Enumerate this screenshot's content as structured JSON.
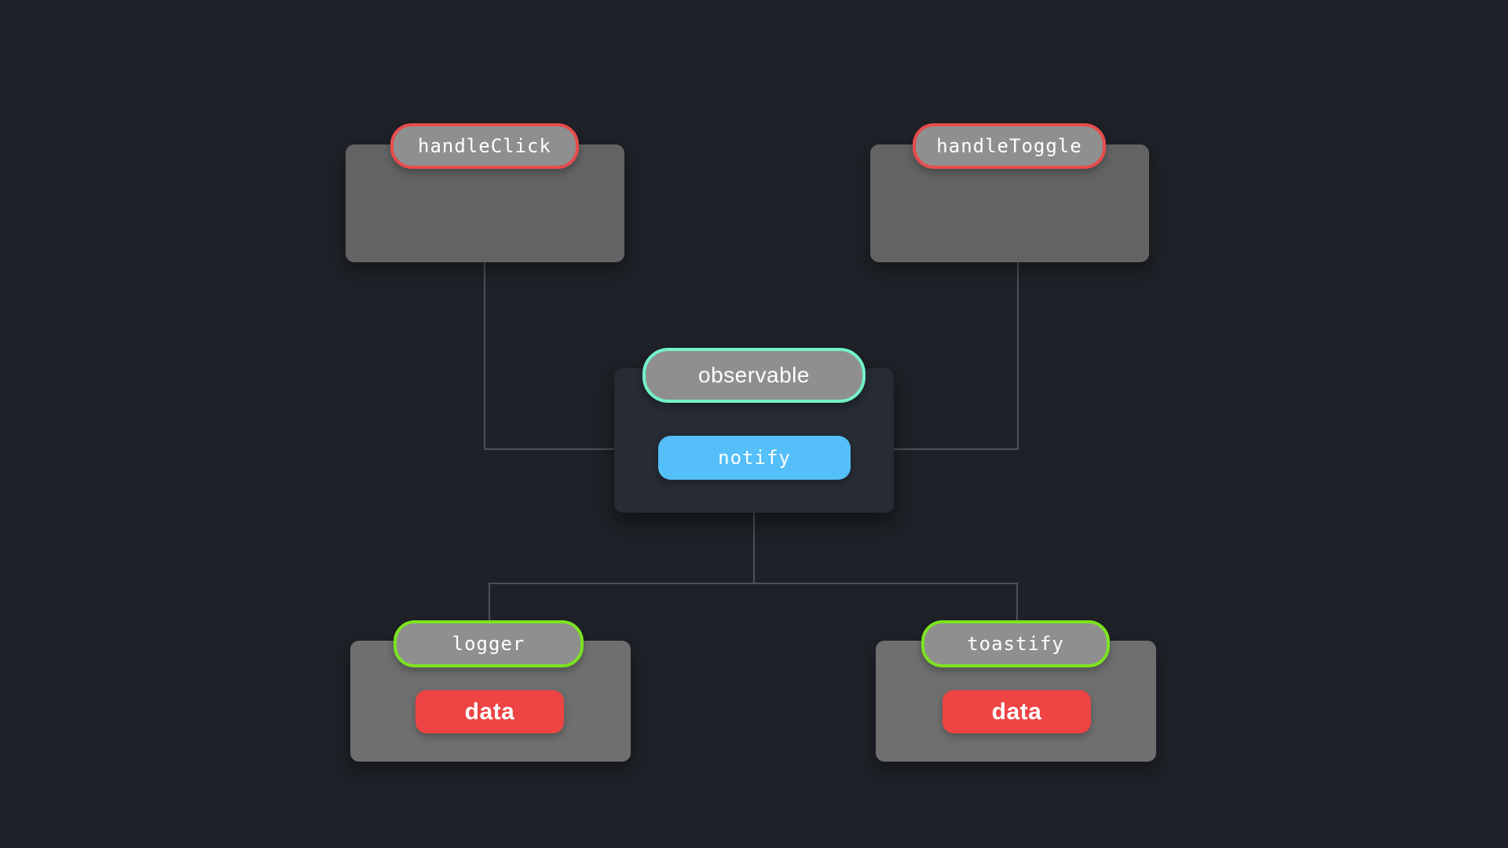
{
  "nodes": {
    "handleClick": {
      "label": "handleClick",
      "role": "publisher"
    },
    "handleToggle": {
      "label": "handleToggle",
      "role": "publisher"
    },
    "observable": {
      "label": "observable",
      "role": "subject",
      "button": "notify"
    },
    "logger": {
      "label": "logger",
      "role": "subscriber",
      "button": "data"
    },
    "toastify": {
      "label": "toastify",
      "role": "subscriber",
      "button": "data"
    }
  },
  "edges": [
    {
      "from": "handleClick",
      "to": "observable"
    },
    {
      "from": "handleToggle",
      "to": "observable"
    },
    {
      "from": "observable",
      "to": "logger"
    },
    {
      "from": "observable",
      "to": "toastify"
    }
  ],
  "colors": {
    "background": "#1e2127",
    "node_box": "#636363",
    "subscriber_box": "#6f6f6f",
    "observable_box": "#262b34",
    "label_pill_bg": "#8f8f8f",
    "publisher_border": "#e84c4c",
    "observable_border": "#74f2c9",
    "subscriber_border": "#7ce321",
    "notify_button_bg": "#54bff8",
    "data_button_bg": "#ee4444",
    "connector": "#4d5056",
    "text": "#ffffff"
  }
}
